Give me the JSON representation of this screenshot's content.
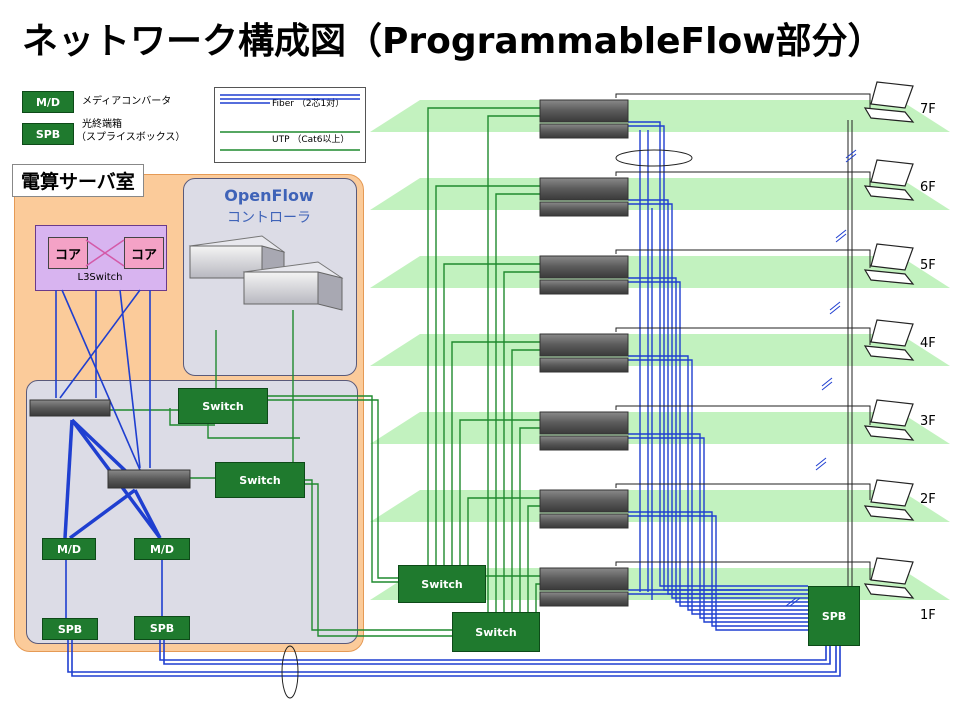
{
  "title": "ネットワーク構成図（ProgrammableFlow部分）",
  "legend": {
    "md_label": "M/D",
    "md_desc": "メディアコンバータ",
    "spb_label": "SPB",
    "spb_desc_line1": "光終端箱",
    "spb_desc_line2": "（スプライスボックス）",
    "fiber": "Fiber （2芯1対）",
    "utp": "UTP （Cat6以上）"
  },
  "server_room": {
    "label": "電算サーバ室",
    "openflow_title": "OpenFlow",
    "openflow_sub": "コントローラ",
    "core_left": "コア",
    "core_right": "コア",
    "l3_label": "L3Switch",
    "switch_label": "Switch",
    "md_label": "M/D",
    "spb_label": "SPB"
  },
  "floors": [
    "7F",
    "6F",
    "5F",
    "4F",
    "3F",
    "2F",
    "1F"
  ],
  "building_switch_label": "Switch",
  "building_spb_label": "SPB",
  "colors": {
    "fiber": "#1f3fd0",
    "utp": "#1f8a2e",
    "floor_band": "#b8f0b4",
    "room": "#fbcb9a"
  }
}
